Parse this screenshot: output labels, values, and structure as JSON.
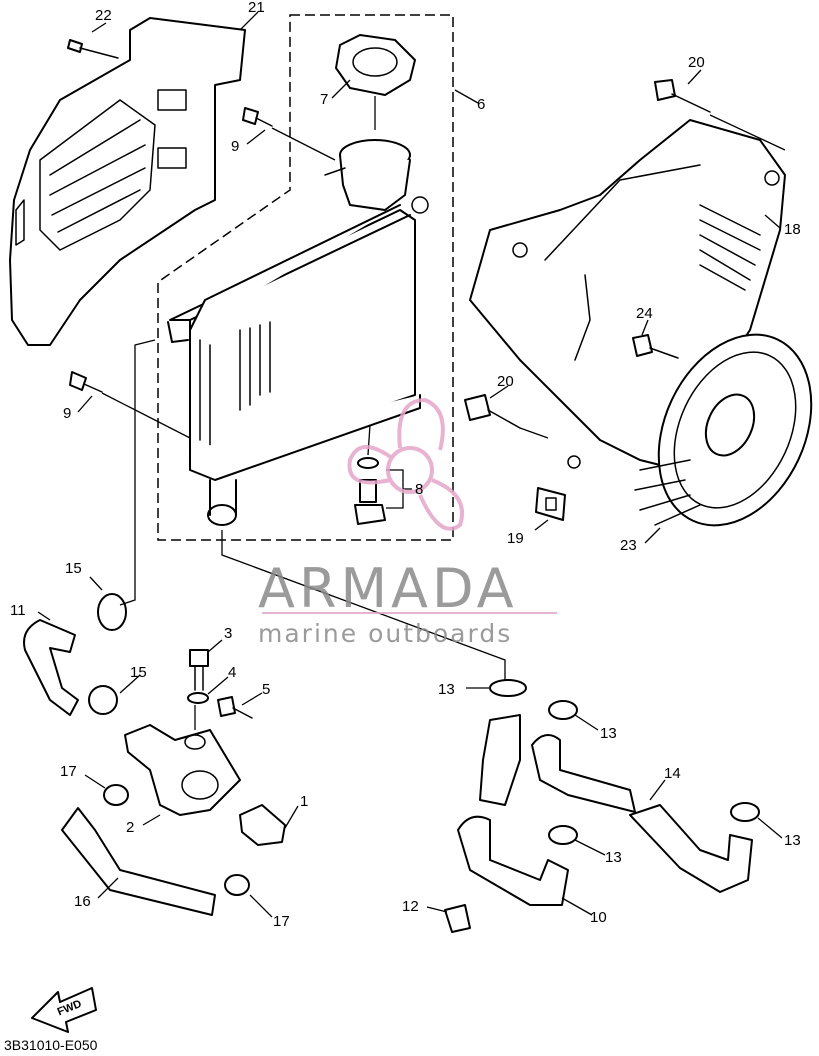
{
  "part_labels": [
    {
      "id": "22",
      "text": "22"
    },
    {
      "id": "21",
      "text": "21"
    },
    {
      "id": "7",
      "text": "7"
    },
    {
      "id": "6",
      "text": "6"
    },
    {
      "id": "9a",
      "text": "9"
    },
    {
      "id": "20a",
      "text": "20"
    },
    {
      "id": "18",
      "text": "18"
    },
    {
      "id": "24",
      "text": "24"
    },
    {
      "id": "9b",
      "text": "9"
    },
    {
      "id": "20b",
      "text": "20"
    },
    {
      "id": "8",
      "text": "8"
    },
    {
      "id": "19",
      "text": "19"
    },
    {
      "id": "23",
      "text": "23"
    },
    {
      "id": "15a",
      "text": "15"
    },
    {
      "id": "11",
      "text": "11"
    },
    {
      "id": "3",
      "text": "3"
    },
    {
      "id": "4",
      "text": "4"
    },
    {
      "id": "15b",
      "text": "15"
    },
    {
      "id": "5",
      "text": "5"
    },
    {
      "id": "13a",
      "text": "13"
    },
    {
      "id": "13b",
      "text": "13"
    },
    {
      "id": "14",
      "text": "14"
    },
    {
      "id": "17a",
      "text": "17"
    },
    {
      "id": "1",
      "text": "1"
    },
    {
      "id": "2",
      "text": "2"
    },
    {
      "id": "13c",
      "text": "13"
    },
    {
      "id": "13d",
      "text": "13"
    },
    {
      "id": "16",
      "text": "16"
    },
    {
      "id": "12",
      "text": "12"
    },
    {
      "id": "10",
      "text": "10"
    },
    {
      "id": "17b",
      "text": "17"
    }
  ],
  "watermark": {
    "brand": "ARMADA",
    "tagline": "marine outboards",
    "brand_color": "#8a8a8a",
    "accent_color": "#e4a6c8"
  },
  "fwd_label": "FWD",
  "diagram_code": "3B31010-E050"
}
